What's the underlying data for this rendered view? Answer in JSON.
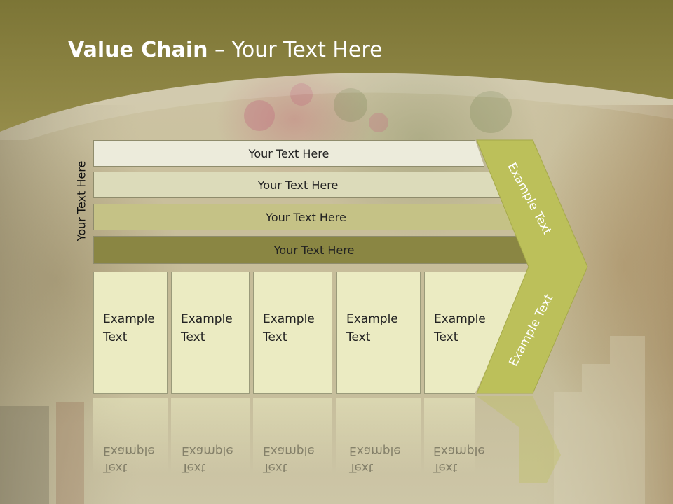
{
  "slide": {
    "title_bold": "Value Chain",
    "title_rest": " – Your Text Here",
    "side_label": "Your Text Here",
    "rows": [
      {
        "label": "Your Text Here",
        "fill": "#ecebdb"
      },
      {
        "label": "Your Text Here",
        "fill": "#dcdbba"
      },
      {
        "label": "Your Text Here",
        "fill": "#c5c286"
      },
      {
        "label": "Your Text Here",
        "fill": "#8a8643"
      }
    ],
    "columns": [
      {
        "line1": "Example",
        "line2": "Text"
      },
      {
        "line1": "Example",
        "line2": "Text"
      },
      {
        "line1": "Example",
        "line2": "Text"
      },
      {
        "line1": "Example",
        "line2": "Text"
      },
      {
        "line1": "Example",
        "line2": "Text"
      }
    ],
    "chevron_text_top": "Example Text",
    "chevron_text_bottom": "Example Text",
    "colors": {
      "header": "#857f40",
      "chevron": "#bcc05a",
      "column": "#ebebc2"
    }
  }
}
